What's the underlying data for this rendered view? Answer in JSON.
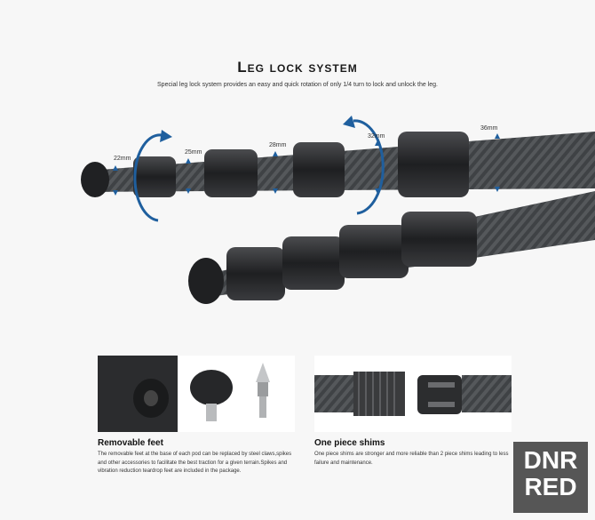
{
  "header": {
    "title": "Leg lock system",
    "subtitle": "Special leg lock system provides an easy and quick rotation of only 1/4 turn to  lock and unlock the leg."
  },
  "diameters": [
    "22mm",
    "25mm",
    "28mm",
    "32mm",
    "36mm"
  ],
  "features": [
    {
      "title": "Removable feet",
      "text": "The removable feet at the base of each pod can be replaced by steel claws,spikes and other accessories to facilitate the best traction for a given terrain.Spikes and vibration reduction teardrop feet are included in the package."
    },
    {
      "title": "One piece shims",
      "text": "One piece shims are stronger and more reliable than 2 piece shims leading to less failure and maintenance."
    }
  ],
  "watermark": "DNR RED",
  "colors": {
    "carbon": "#4a4d50",
    "rubber": "#2a2b2d",
    "arrow": "#1f5f9e"
  }
}
